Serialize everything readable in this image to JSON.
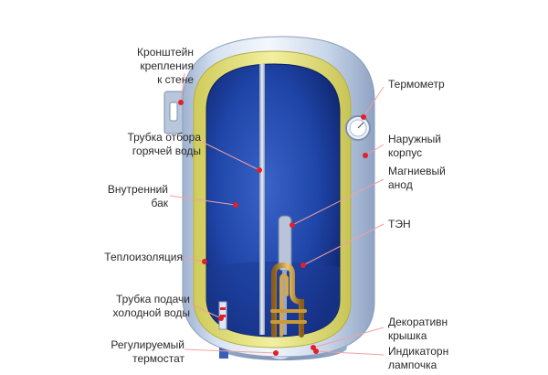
{
  "labels": {
    "bracket": [
      "Кронштейн",
      "крепления",
      "к стене"
    ],
    "hot_pipe": [
      "Трубка отбора",
      "горячей воды"
    ],
    "inner_tank": [
      "Внутренний",
      "бак"
    ],
    "insulation": [
      "Теплоизоляция"
    ],
    "cold_pipe": [
      "Трубка подачи",
      "холодной воды"
    ],
    "thermostat": [
      "Регулируемый",
      "термостат"
    ],
    "thermometer": [
      "Термометр"
    ],
    "outer_body": [
      "Наружный",
      "корпус"
    ],
    "anode": [
      "Магниевый",
      "анод"
    ],
    "heater": [
      "ТЭН"
    ],
    "cover": [
      "Декоративн",
      "крышка"
    ],
    "lamp": [
      "Индикаторн",
      "лампочка"
    ]
  },
  "colors": {
    "outer_shell": "#c9d8ec",
    "insulation": "#e6e37e",
    "inner_tank": "#1d3f9a",
    "heater": "#c99a3a",
    "pointer": "#e0202a",
    "text": "#2a2a2a"
  }
}
